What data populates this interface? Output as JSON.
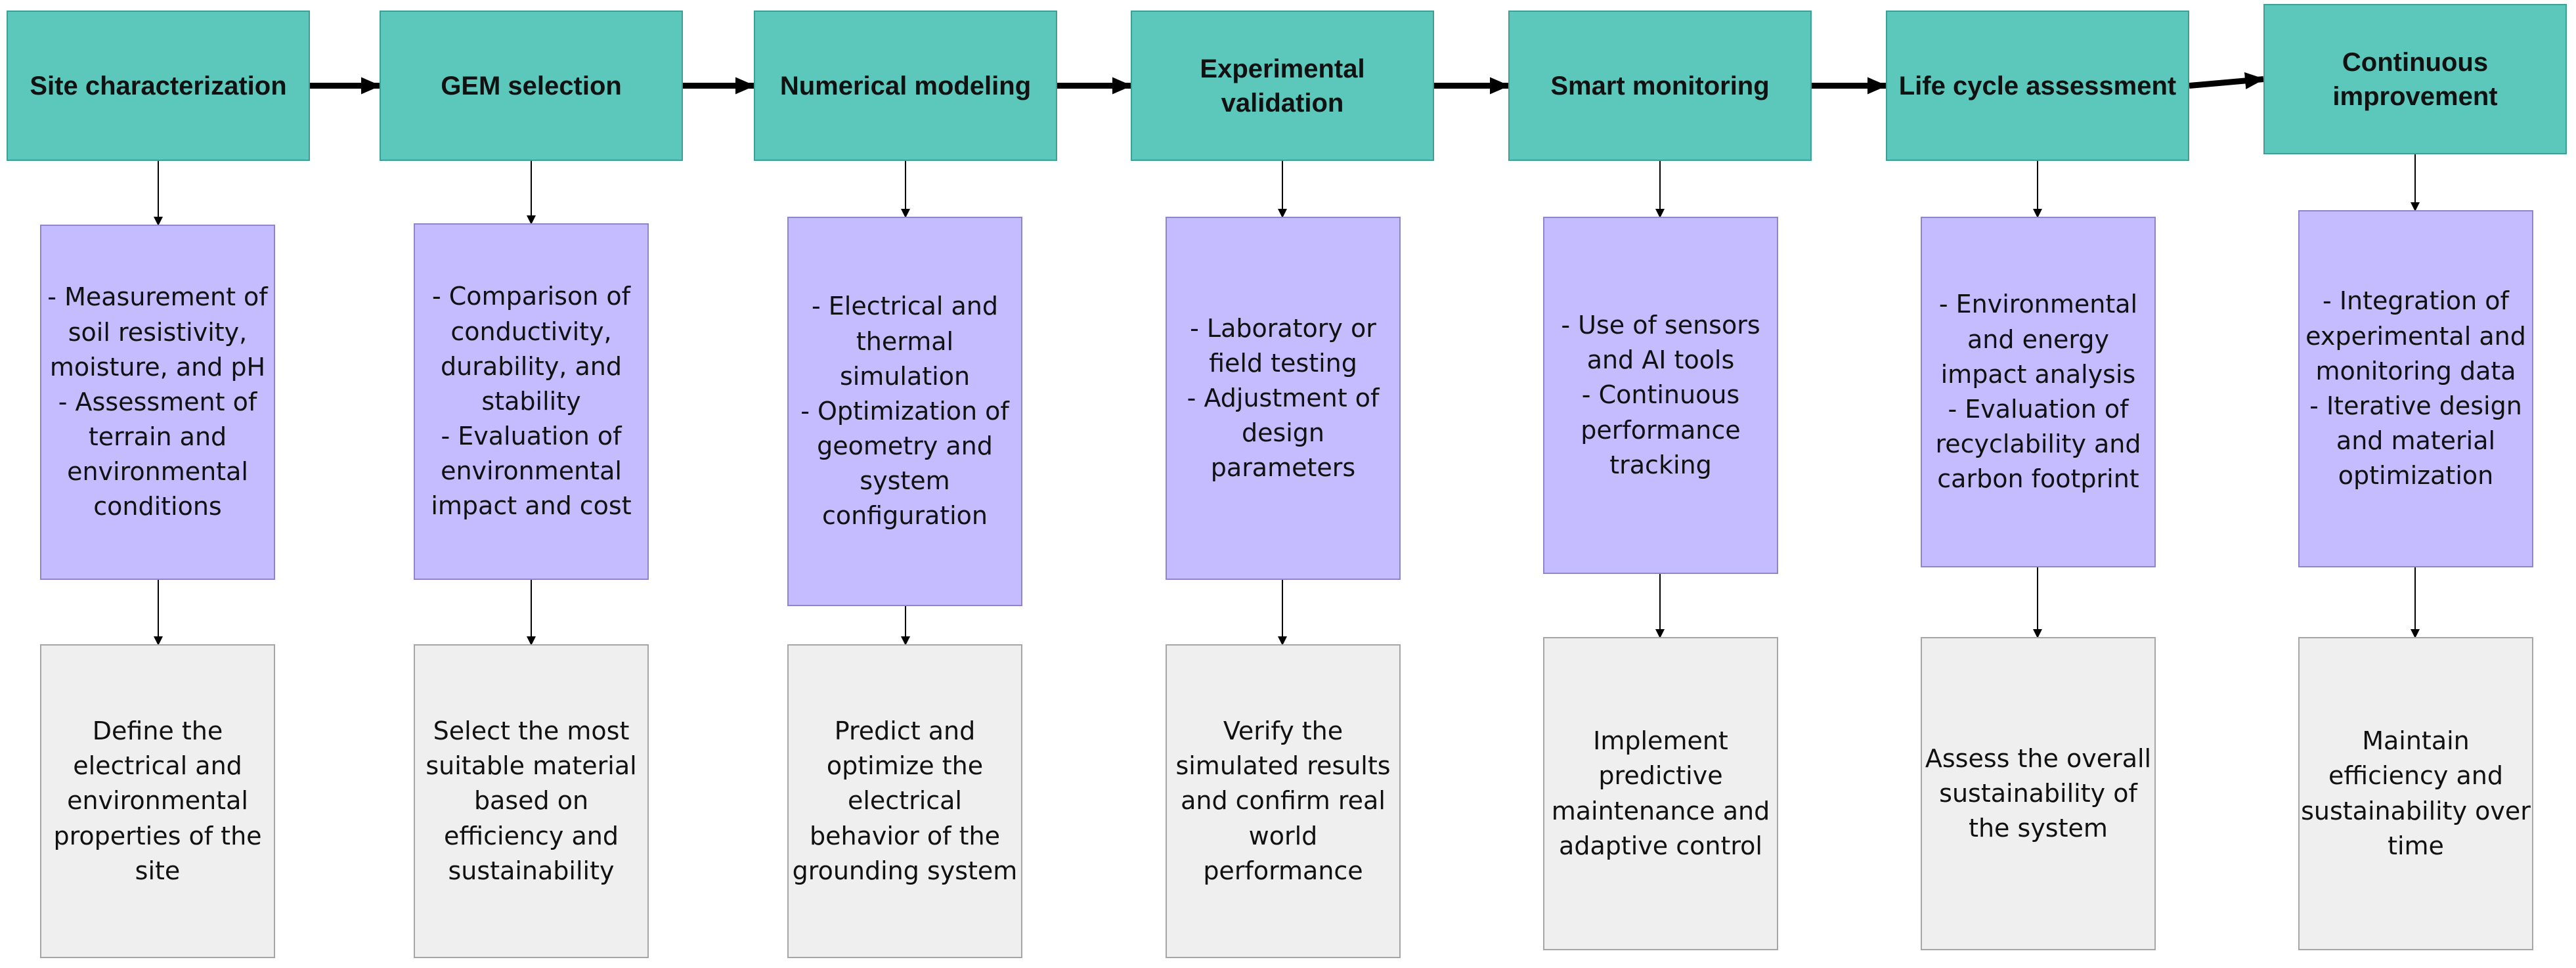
{
  "colors": {
    "step_fill": "#5bc8bb",
    "step_border": "#3f9f94",
    "detail_fill": "#c5bcff",
    "detail_border": "#8f85c9",
    "outcome_fill": "#efefef",
    "outcome_border": "#a6a6a6",
    "arrow": "#000000"
  },
  "stages": [
    {
      "title": "Site characterization",
      "details": "- Measurement of\nsoil resistivity,\nmoisture, and pH\n- Assessment of\nterrain and\nenvironmental\nconditions",
      "outcome": "Define the\nelectrical and\nenvironmental\nproperties of the\nsite"
    },
    {
      "title": "GEM selection",
      "details": "- Comparison of\nconductivity,\ndurability, and\nstability\n- Evaluation of\nenvironmental\nimpact and cost",
      "outcome": "Select the most\nsuitable material\nbased on\nefficiency and\nsustainability"
    },
    {
      "title": "Numerical modeling",
      "details": "- Electrical and\nthermal\nsimulation\n- Optimization of\ngeometry and\nsystem\nconfiguration",
      "outcome": "Predict and\noptimize the\nelectrical\nbehavior of the\ngrounding system"
    },
    {
      "title": "Experimental\nvalidation",
      "details": "- Laboratory or\nfield testing\n- Adjustment of\ndesign\nparameters",
      "outcome": "Verify the\nsimulated results\nand confirm real\nworld\nperformance"
    },
    {
      "title": "Smart monitoring",
      "details": "- Use of sensors\nand AI tools\n- Continuous\nperformance\ntracking",
      "outcome": "Implement\npredictive\nmaintenance and\nadaptive control"
    },
    {
      "title": "Life cycle assessment",
      "details": "- Environmental\nand energy\nimpact analysis\n- Evaluation of\nrecyclability and\ncarbon footprint",
      "outcome": "Assess the overall\nsustainability of\nthe system"
    },
    {
      "title": "Continuous\nimprovement",
      "details": "- Integration of\nexperimental and\nmonitoring data\n- Iterative design\nand material\noptimization",
      "outcome": "Maintain\nefficiency and\nsustainability over\ntime"
    }
  ]
}
